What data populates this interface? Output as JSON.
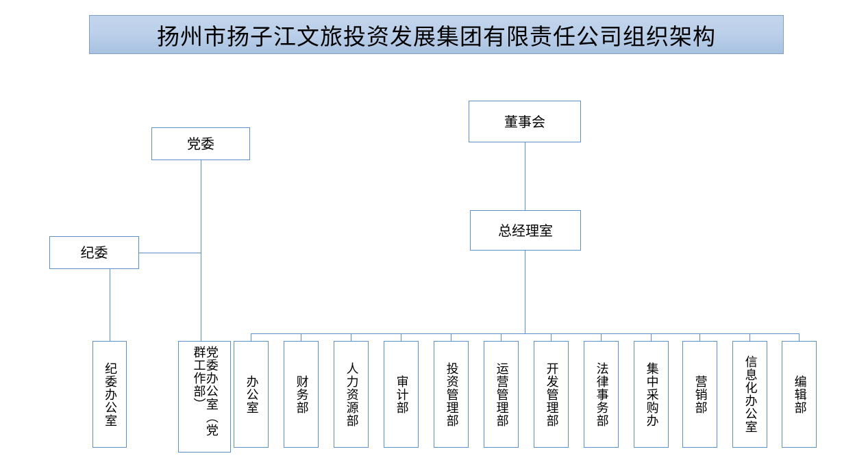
{
  "title": {
    "text": "扬州市扬子江文旅投资发展集团有限责任公司组织架构"
  },
  "nodes": {
    "board": {
      "label": "董事会"
    },
    "gm_office": {
      "label": "总经理室"
    },
    "party_committee": {
      "label": "党委"
    },
    "discipline_committee": {
      "label": "纪委"
    },
    "discipline_office": {
      "label": "纪委办公室"
    },
    "party_office": {
      "label": "党委办公室（党群工作部）"
    }
  },
  "departments": [
    {
      "label": "办公室"
    },
    {
      "label": "财务部"
    },
    {
      "label": "人力资源部"
    },
    {
      "label": "审计部"
    },
    {
      "label": "投资管理部"
    },
    {
      "label": "运营管理部"
    },
    {
      "label": "开发管理部"
    },
    {
      "label": "法律事务部"
    },
    {
      "label": "集中采购办"
    },
    {
      "label": "营销部"
    },
    {
      "label": "信息化办公室"
    },
    {
      "label": "编辑部"
    }
  ],
  "colors": {
    "line": "#5b8fc7",
    "box_border": "#5b8fc7",
    "title_fill_top": "#c3d5ec",
    "title_fill_bottom": "#a8c2e0",
    "title_border": "#7f9fc4",
    "background": "#ffffff",
    "text": "#000000"
  }
}
